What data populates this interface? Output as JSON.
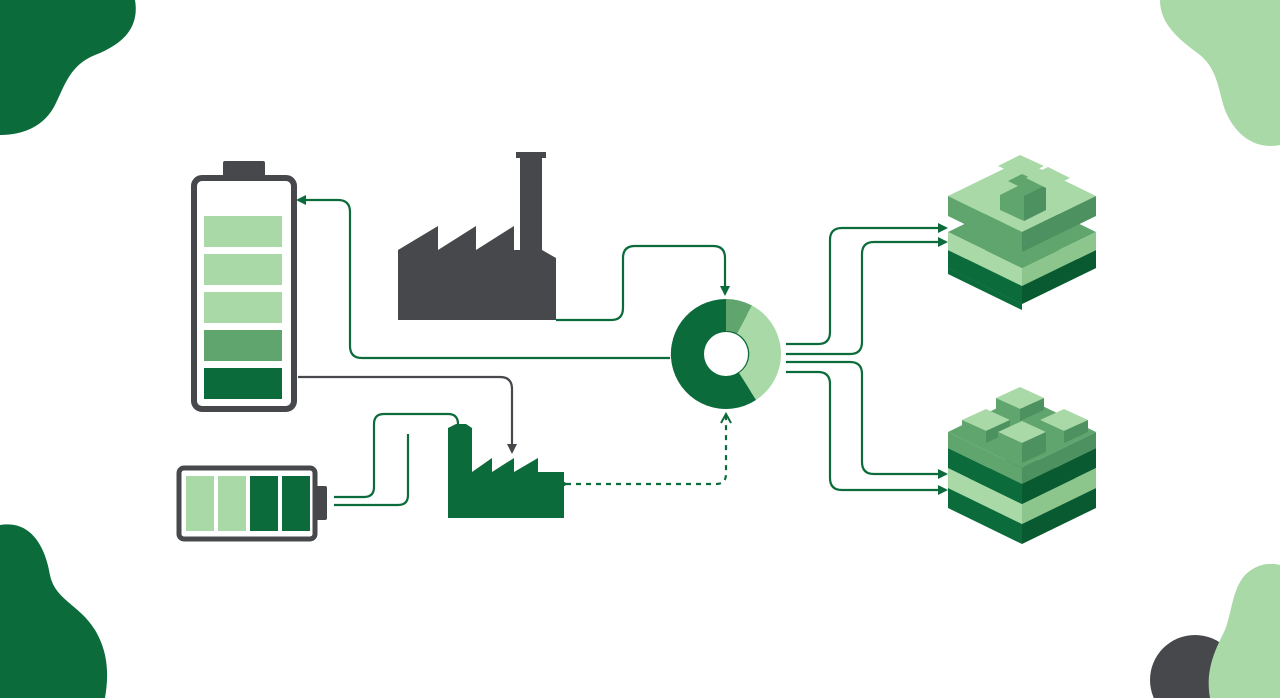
{
  "colors": {
    "dark_green": "#0b6b3a",
    "mid_green": "#5fa56d",
    "light_green": "#a8d9a7",
    "charcoal": "#47484c",
    "background": "#ffffff"
  },
  "nodes": [
    {
      "id": "battery-large",
      "icon": "battery-icon",
      "charge_levels": 5
    },
    {
      "id": "battery-small",
      "icon": "battery-icon",
      "charge_levels": 4
    },
    {
      "id": "factory-main",
      "icon": "factory-icon"
    },
    {
      "id": "factory-green",
      "icon": "factory-icon"
    },
    {
      "id": "recycling-hub",
      "icon": "donut-ring-icon"
    },
    {
      "id": "material-stack-top",
      "icon": "stacked-blocks-icon"
    },
    {
      "id": "material-stack-bottom",
      "icon": "stacked-blocks-icon"
    }
  ],
  "edges": [
    {
      "from": "recycling-hub",
      "to": "battery-large",
      "style": "solid"
    },
    {
      "from": "factory-main",
      "to": "recycling-hub",
      "style": "solid"
    },
    {
      "from": "battery-large",
      "to": "factory-green",
      "style": "solid"
    },
    {
      "from": "battery-small",
      "to": "factory-green",
      "style": "solid"
    },
    {
      "from": "factory-green",
      "to": "recycling-hub",
      "style": "dashed",
      "bidirectional": true
    },
    {
      "from": "recycling-hub",
      "to": "material-stack-top",
      "style": "solid",
      "count": 2
    },
    {
      "from": "recycling-hub",
      "to": "material-stack-bottom",
      "style": "solid",
      "count": 2
    }
  ]
}
